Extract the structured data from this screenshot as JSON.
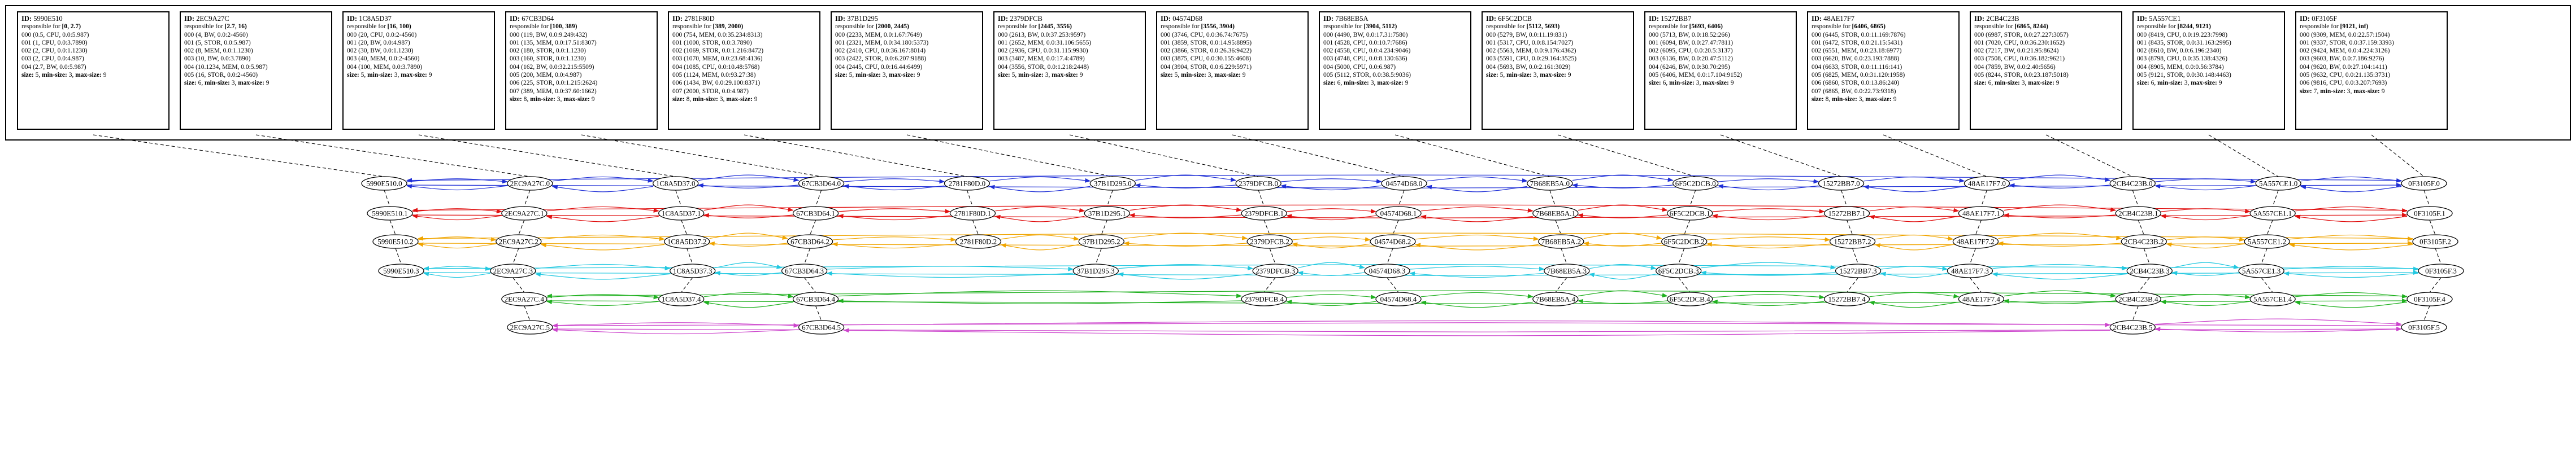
{
  "labels": {
    "id": "ID:",
    "responsible": "responsible for",
    "size": "size:",
    "min_size": "min-size:",
    "max_size": "max-size:"
  },
  "nodes": [
    {
      "id": "5990E510",
      "range": "[0, 2.7)",
      "rows": [
        "000 (0.5, CPU, 0.0:5.987)",
        "001 (1, CPU, 0.0:3.7890)",
        "002 (2, CPU, 0.0:1.1230)",
        "003 (2, CPU, 0.0:4.987)",
        "004 (2.7, BW, 0.0:5.987)"
      ],
      "size": "5",
      "min": "3",
      "max": "9",
      "layers": 4
    },
    {
      "id": "2EC9A27C",
      "range": "[2.7, 16)",
      "rows": [
        "000 (4, BW, 0.0:2-4560)",
        "001 (5, STOR, 0.0:5.987)",
        "002 (8, MEM, 0.0:1.1230)",
        "003 (10, BW, 0.0:3.7890)",
        "004 (10.1234, MEM, 0.0:5.987)",
        "005 (16, STOR, 0.0:2-4560)"
      ],
      "size": "6",
      "min": "3",
      "max": "9",
      "layers": 6
    },
    {
      "id": "1C8A5D37",
      "range": "[16, 100)",
      "rows": [
        "000 (20, CPU, 0.0:2-4560)",
        "001 (20, BW, 0.0:4.987)",
        "002 (30, BW, 0.0:1.1230)",
        "003 (40, MEM, 0.0:2-4560)",
        "004 (100, MEM, 0.0:3.7890)"
      ],
      "size": "5",
      "min": "3",
      "max": "9",
      "layers": 5
    },
    {
      "id": "67CB3D64",
      "range": "[100, 389)",
      "rows": [
        "000 (119, BW, 0.0:9.249:432)",
        "001 (135, MEM, 0.0:17.51:8307)",
        "002 (180, STOR, 0.0:1.1230)",
        "003 (160, STOR, 0.0:1.1230)",
        "004 (162, BW, 0.0:32.215:5509)",
        "005 (200, MEM, 0.0:4.987)",
        "006 (225, STOR, 0.0:1.215:2624)",
        "007 (389, MEM, 0.0:37.60:1662)"
      ],
      "size": "8",
      "min": "3",
      "max": "9",
      "layers": 6
    },
    {
      "id": "2781F80D",
      "range": "[389, 2000)",
      "rows": [
        "000 (754, MEM, 0.0:35.234:8313)",
        "001 (1000, STOR, 0.0:3.7890)",
        "002 (1069, STOR, 0.0:1.216:8472)",
        "003 (1070, MEM, 0.0:23.68:4136)",
        "004 (1085, CPU, 0.0:10.48:5768)",
        "005 (1124, MEM, 0.0:93.27:38)",
        "006 (1434, BW, 0.0:29.100:8371)",
        "007 (2000, STOR, 0.0:4.987)"
      ],
      "size": "8",
      "min": "3",
      "max": "9",
      "layers": 3
    },
    {
      "id": "37B1D295",
      "range": "[2000, 2445)",
      "rows": [
        "000 (2233, MEM, 0.0:1.67:7649)",
        "001 (2321, MEM, 0.0:34.180:5373)",
        "002 (2410, CPU, 0.0:36.167:8014)",
        "003 (2422, STOR, 0.0:6.207:9188)",
        "004 (2445, CPU, 0.0:16.44:6499)"
      ],
      "size": "5",
      "min": "3",
      "max": "9",
      "layers": 4
    },
    {
      "id": "2379DFCB",
      "range": "[2445, 3556)",
      "rows": [
        "000 (2613, BW, 0.0:37.253:9597)",
        "001 (2652, MEM, 0.0:31.106:5655)",
        "002 (2936, CPU, 0.0:31.115:9930)",
        "003 (3487, MEM, 0.0:17.4:4789)",
        "004 (3556, STOR, 0.0:1.218:2448)"
      ],
      "size": "5",
      "min": "3",
      "max": "9",
      "layers": 5
    },
    {
      "id": "04574D68",
      "range": "[3556, 3904)",
      "rows": [
        "000 (3746, CPU, 0.0:36.74:7675)",
        "001 (3859, STOR, 0.0:14.95:8895)",
        "002 (3866, STOR, 0.0:26.36:9422)",
        "003 (3875, CPU, 0.0:30.155:4608)",
        "004 (3904, STOR, 0.0:6.229:5971)"
      ],
      "size": "5",
      "min": "3",
      "max": "9",
      "layers": 5
    },
    {
      "id": "7B68EB5A",
      "range": "[3904, 5112)",
      "rows": [
        "000 (4490, BW, 0.0:17.31:7580)",
        "001 (4528, CPU, 0.0:10.7:7686)",
        "002 (4558, CPU, 0.0:4.234:9046)",
        "003 (4748, CPU, 0.0:8.130:636)",
        "004 (5000, CPU, 0.0:6.987)",
        "005 (5112, STOR, 0.0:38.5:9036)"
      ],
      "size": "6",
      "min": "3",
      "max": "9",
      "layers": 5
    },
    {
      "id": "6F5C2DCB",
      "range": "[5112, 5693)",
      "rows": [
        "000 (5279, BW, 0.0:11.19:831)",
        "001 (5317, CPU, 0.0:8.154:7027)",
        "002 (5563, MEM, 0.0:9.176:4362)",
        "003 (5591, CPU, 0.0:29.164:3525)",
        "004 (5693, BW, 0.0:2.161:3029)"
      ],
      "size": "5",
      "min": "3",
      "max": "9",
      "layers": 5
    },
    {
      "id": "15272BB7",
      "range": "[5693, 6406)",
      "rows": [
        "000 (5713, BW, 0.0:18.52:266)",
        "001 (6094, BW, 0.0:27.47:7811)",
        "002 (6095, CPU, 0.0:20.5:3137)",
        "003 (6136, BW, 0.0:20.47:5112)",
        "004 (6246, BW, 0.0:30.70:295)",
        "005 (6406, MEM, 0.0:17.104:9152)"
      ],
      "size": "6",
      "min": "3",
      "max": "9",
      "layers": 5
    },
    {
      "id": "48AE17F7",
      "range": "[6406, 6865)",
      "rows": [
        "000 (6445, STOR, 0.0:11.169:7876)",
        "001 (6472, STOR, 0.0:21.15:5431)",
        "002 (6551, MEM, 0.0:23.18:6977)",
        "003 (6620, BW, 0.0:23.193:7888)",
        "004 (6633, STOR, 0.0:11.116:141)",
        "005 (6825, MEM, 0.0:31.120:1958)",
        "006 (6860, STOR, 0.0:13.86:240)",
        "007 (6865, BW, 0.0:22.73:9318)"
      ],
      "size": "8",
      "min": "3",
      "max": "9",
      "layers": 5
    },
    {
      "id": "2CB4C23B",
      "range": "[6865, 8244)",
      "rows": [
        "000 (6987, STOR, 0.0:27.227:3057)",
        "001 (7020, CPU, 0.0:36.230:1652)",
        "002 (7217, BW, 0.0:21.95:8624)",
        "003 (7508, CPU, 0.0:36.182:9621)",
        "004 (7859, BW, 0.0:2.40:5656)",
        "005 (8244, STOR, 0.0:23.187:5018)"
      ],
      "size": "6",
      "min": "3",
      "max": "9",
      "layers": 6
    },
    {
      "id": "5A557CE1",
      "range": "[8244, 9121)",
      "rows": [
        "000 (8419, CPU, 0.0:19.223:7998)",
        "001 (8435, STOR, 0.0:31.163:2995)",
        "002 (8610, BW, 0.0:6.196:2340)",
        "003 (8798, CPU, 0.0:35.138:4326)",
        "004 (8905, MEM, 0.0:0.56:3784)",
        "005 (9121, STOR, 0.0:30.148:4463)"
      ],
      "size": "6",
      "min": "3",
      "max": "9",
      "layers": 5
    },
    {
      "id": "0F3105F",
      "range": "[9121, inf)",
      "rows": [
        "000 (9309, MEM, 0.0:22.57:1504)",
        "001 (9337, STOR, 0.0:37.159:3393)",
        "002 (9424, MEM, 0.0:4.224:3126)",
        "003 (9603, BW, 0.0:7.186:9276)",
        "004 (9620, BW, 0.0:27.104:1411)",
        "005 (9632, CPU, 0.0:21.135:3731)",
        "006 (9816, CPU, 0.0:3.207:7693)"
      ],
      "size": "7",
      "min": "3",
      "max": "9",
      "layers": 6
    }
  ],
  "colors": {
    "layer0": "#1f2fd6",
    "layer1": "#e01010",
    "layer2": "#f0a500",
    "layer3": "#22c8e0",
    "layer4": "#20b020",
    "layer5": "#cc44cc",
    "layer6": "#808080"
  }
}
